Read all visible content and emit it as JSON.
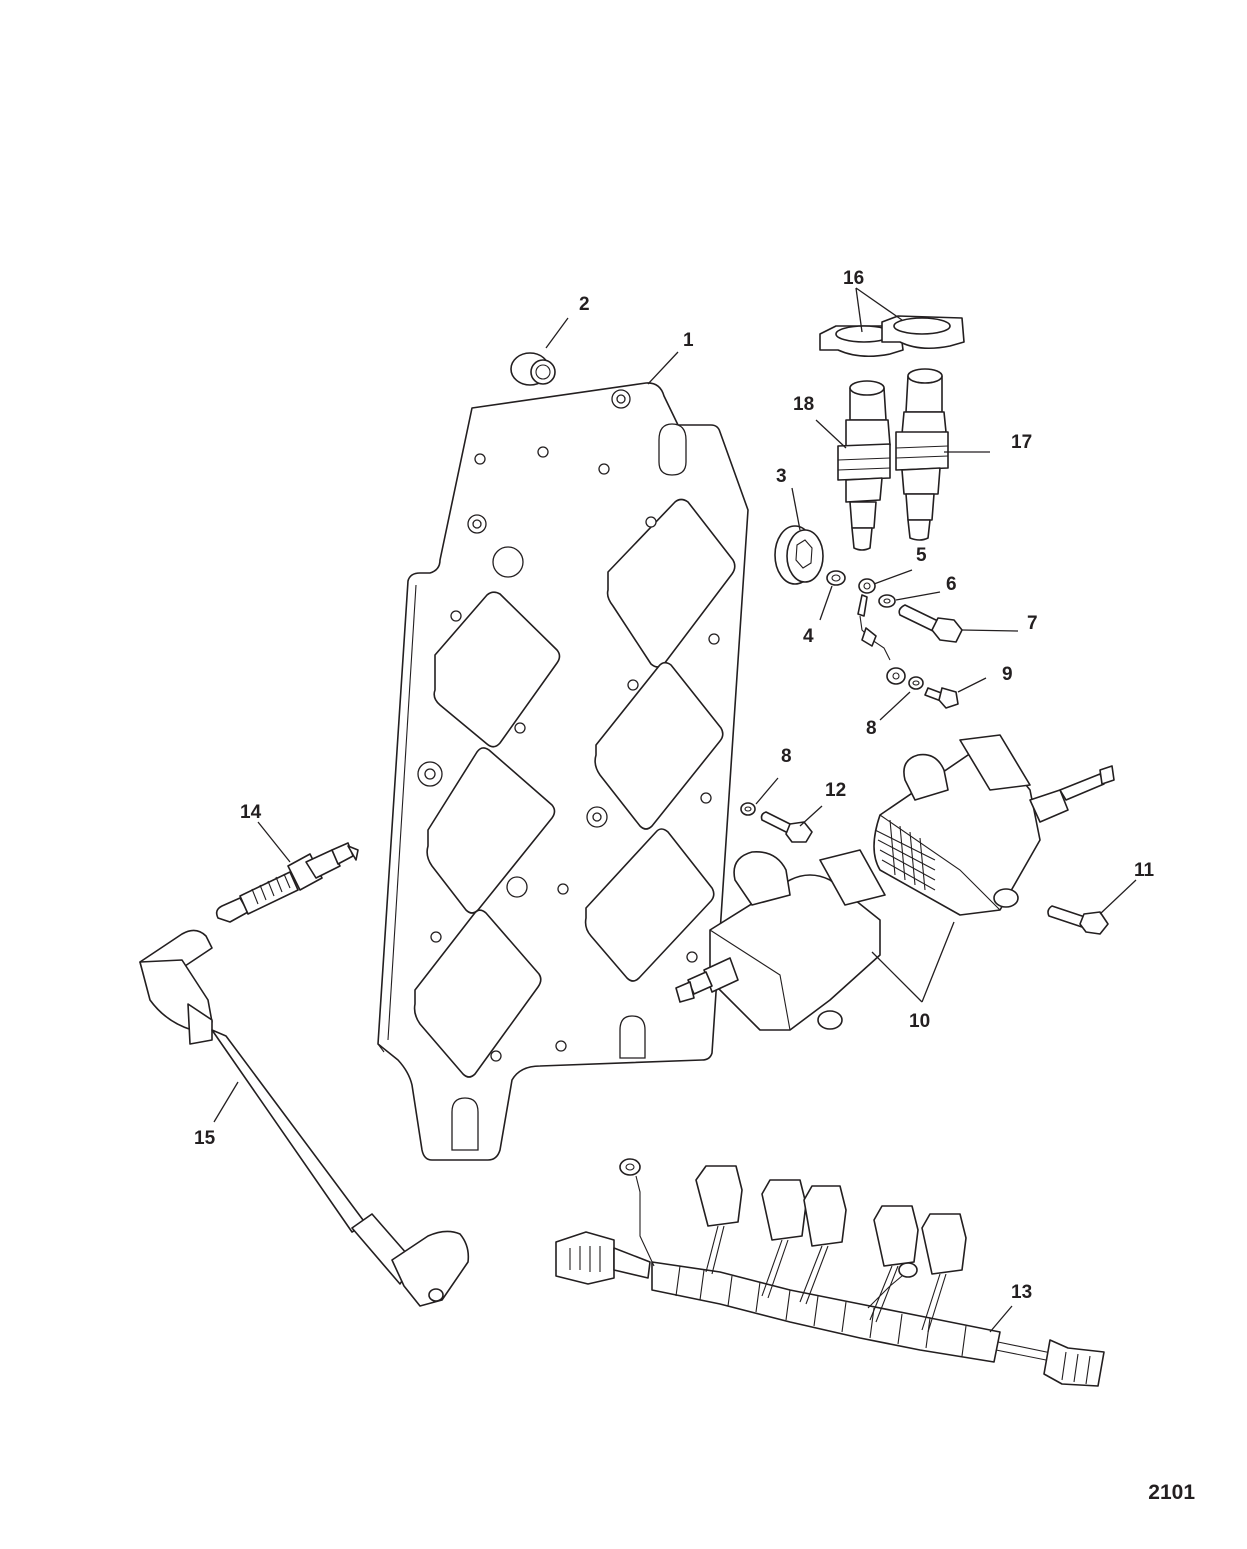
{
  "figure_number": "2101",
  "callouts": [
    {
      "id": "c1",
      "text": "1"
    },
    {
      "id": "c2",
      "text": "2"
    },
    {
      "id": "c3",
      "text": "3"
    },
    {
      "id": "c4",
      "text": "4"
    },
    {
      "id": "c5",
      "text": "5"
    },
    {
      "id": "c6",
      "text": "6"
    },
    {
      "id": "c7",
      "text": "7"
    },
    {
      "id": "c8a",
      "text": "8"
    },
    {
      "id": "c8b",
      "text": "8"
    },
    {
      "id": "c9",
      "text": "9"
    },
    {
      "id": "c10",
      "text": "10"
    },
    {
      "id": "c11",
      "text": "11"
    },
    {
      "id": "c12",
      "text": "12"
    },
    {
      "id": "c13",
      "text": "13"
    },
    {
      "id": "c14",
      "text": "14"
    },
    {
      "id": "c15",
      "text": "15"
    },
    {
      "id": "c16",
      "text": "16"
    },
    {
      "id": "c17",
      "text": "17"
    },
    {
      "id": "c18",
      "text": "18"
    }
  ]
}
